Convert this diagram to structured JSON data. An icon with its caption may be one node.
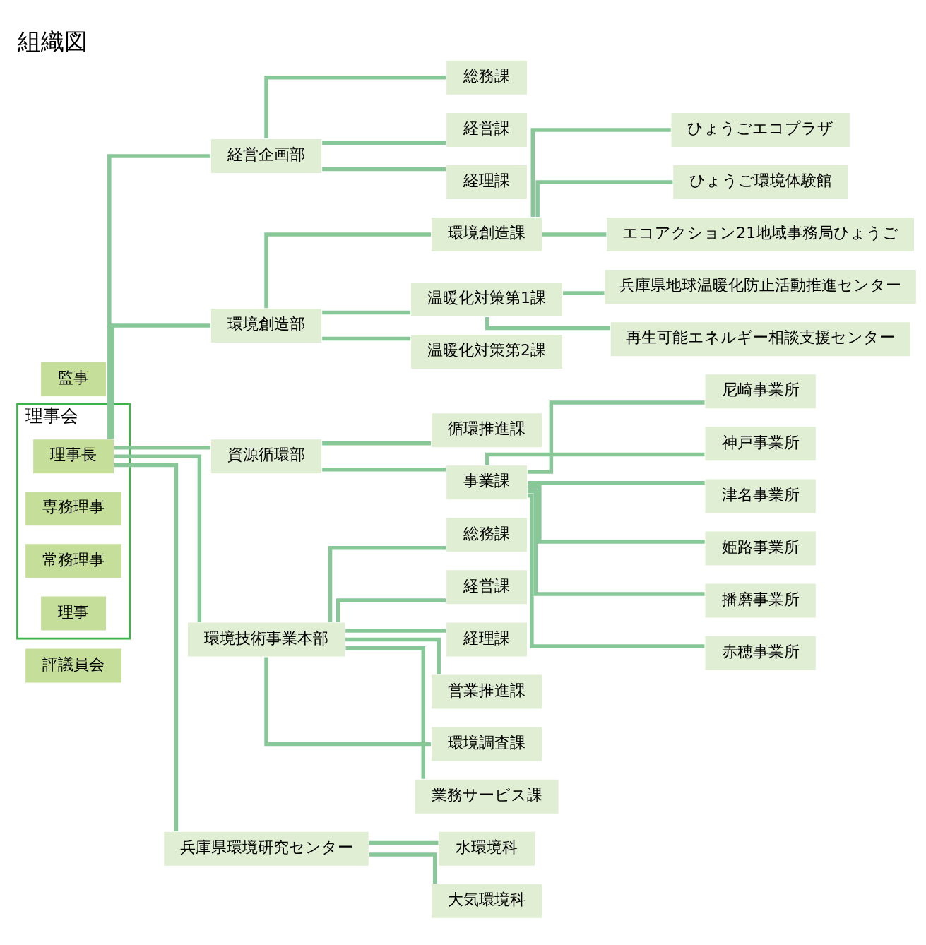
{
  "diagram": {
    "title": "組織図",
    "nodes": [
      {
        "text": [
          "評議員会"
        ]
      },
      {
        "text": [
          "理事会"
        ]
      },
      {
        "text": [
          "理事長"
        ],
        "in": 1
      },
      {
        "text": [
          "専務理事"
        ],
        "in": 1
      },
      {
        "text": [
          "常務理事"
        ],
        "in": 1
      },
      {
        "text": [
          "理事"
        ],
        "in": 1
      },
      {
        "text": [
          "監事"
        ]
      },
      {
        "text": [
          "経営企画部"
        ]
      },
      {
        "text": [
          "総務課"
        ]
      },
      {
        "text": [
          "経営課"
        ]
      },
      {
        "text": [
          "経理課"
        ]
      },
      {
        "text": [
          "環境創造部"
        ]
      },
      {
        "text": [
          "環境創造課"
        ]
      },
      {
        "text": [
          "温暖化対策第1課"
        ]
      },
      {
        "text": [
          "温暖化対策第2課"
        ]
      },
      {
        "text": [
          "ひょうごエコプラザ"
        ]
      },
      {
        "text": [
          "ひょうご環境体験館"
        ]
      },
      {
        "text": [
          "エコアクション21地域事務局ひょうご"
        ]
      },
      {
        "text": [
          "兵庫県地球温暖化防止活動推進センター"
        ]
      },
      {
        "text": [
          "再生可能エネルギー相談支援センター"
        ]
      },
      {
        "text": [
          "資源循環部"
        ]
      },
      {
        "text": [
          "循環推進課"
        ]
      },
      {
        "text": [
          "事業課"
        ]
      },
      {
        "text": [
          "尼崎事業所"
        ]
      },
      {
        "text": [
          "神戸事業所"
        ]
      },
      {
        "text": [
          "津名事業所"
        ]
      },
      {
        "text": [
          "姫路事業所"
        ]
      },
      {
        "text": [
          "播磨事業所"
        ]
      },
      {
        "text": [
          "赤穂事業所"
        ]
      },
      {
        "text": [
          "環境技術事業本部"
        ]
      },
      {
        "text": [
          "総務課"
        ]
      },
      {
        "text": [
          "経営課"
        ]
      },
      {
        "text": [
          "経理課"
        ]
      },
      {
        "text": [
          "営業推進課"
        ]
      },
      {
        "text": [
          "環境調査課"
        ]
      },
      {
        "text": [
          "業務サービス課"
        ]
      },
      {
        "text": [
          "兵庫県環境研究センター"
        ]
      },
      {
        "text": [
          "水環境科"
        ]
      },
      {
        "text": [
          "大気環境科"
        ]
      }
    ],
    "edges": [
      {
        "from": 2,
        "to": 7,
        "arrow": "none"
      },
      {
        "from": 2,
        "to": 11,
        "arrow": "none"
      },
      {
        "from": 2,
        "to": 20,
        "arrow": "none"
      },
      {
        "from": 2,
        "to": 29,
        "arrow": "none"
      },
      {
        "from": 2,
        "to": 36,
        "arrow": "none"
      },
      {
        "from": 7,
        "to": 8,
        "arrow": "none"
      },
      {
        "from": 7,
        "to": 9,
        "arrow": "none"
      },
      {
        "from": 7,
        "to": 10,
        "arrow": "none"
      },
      {
        "from": 11,
        "to": 12,
        "arrow": "none"
      },
      {
        "from": 11,
        "to": 13,
        "arrow": "none"
      },
      {
        "from": 11,
        "to": 14,
        "arrow": "none"
      },
      {
        "from": 12,
        "to": 15,
        "arrow": "none"
      },
      {
        "from": 12,
        "to": 16,
        "arrow": "none"
      },
      {
        "from": 12,
        "to": 17,
        "arrow": "none"
      },
      {
        "from": 13,
        "to": 18,
        "arrow": "none"
      },
      {
        "from": 13,
        "to": 19,
        "arrow": "none"
      },
      {
        "from": 20,
        "to": 21,
        "arrow": "none"
      },
      {
        "from": 20,
        "to": 22,
        "arrow": "none"
      },
      {
        "from": 22,
        "to": 23,
        "arrow": "none"
      },
      {
        "from": 22,
        "to": 24,
        "arrow": "none"
      },
      {
        "from": 22,
        "to": 25,
        "arrow": "none"
      },
      {
        "from": 22,
        "to": 26,
        "arrow": "none"
      },
      {
        "from": 22,
        "to": 27,
        "arrow": "none"
      },
      {
        "from": 22,
        "to": 28,
        "arrow": "none"
      },
      {
        "from": 29,
        "to": 30,
        "arrow": "none"
      },
      {
        "from": 29,
        "to": 31,
        "arrow": "none"
      },
      {
        "from": 29,
        "to": 32,
        "arrow": "none"
      },
      {
        "from": 29,
        "to": 33,
        "arrow": "none"
      },
      {
        "from": 29,
        "to": 34,
        "arrow": "none"
      },
      {
        "from": 29,
        "to": 35,
        "arrow": "none"
      },
      {
        "from": 36,
        "to": 37,
        "arrow": "none"
      },
      {
        "from": 36,
        "to": 38,
        "arrow": "none"
      }
    ]
  }
}
